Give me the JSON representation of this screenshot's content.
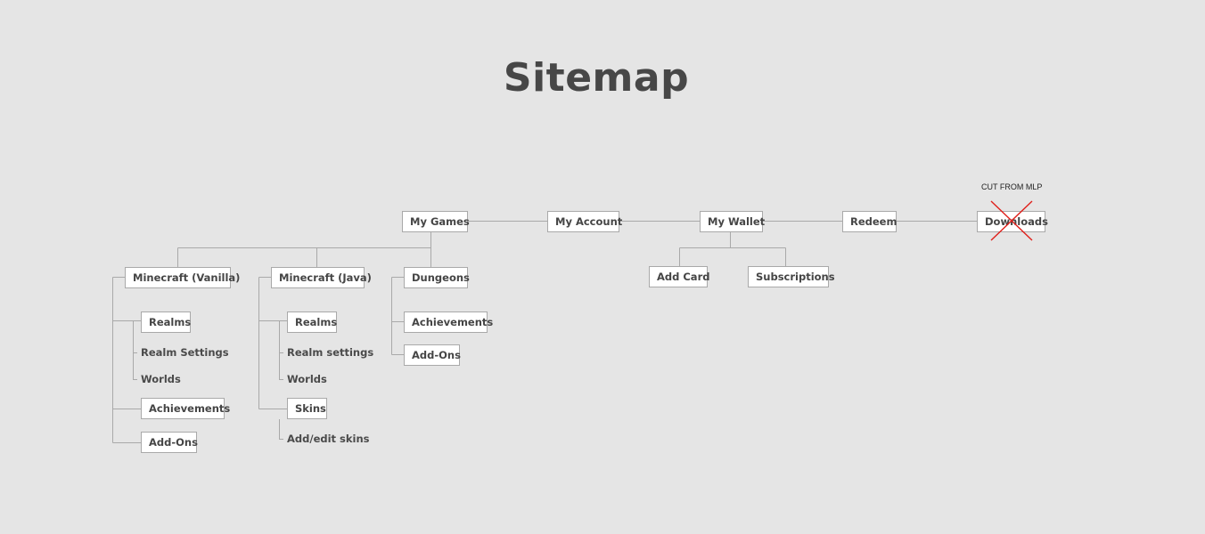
{
  "title": "Sitemap",
  "top_nav": {
    "my_games": "My Games",
    "my_account": "My Account",
    "my_wallet": "My Wallet",
    "redeem": "Redeem",
    "downloads": "Downloads"
  },
  "cut_note": "CUT FROM MLP",
  "wallet": {
    "add_card": "Add Card",
    "subscriptions": "Subscriptions"
  },
  "vanilla": {
    "label": "Minecraft (Vanilla)",
    "realms": "Realms",
    "realm_settings": "Realm Settings",
    "worlds": "Worlds",
    "achievements": "Achievements",
    "add_ons": "Add-Ons"
  },
  "java": {
    "label": "Minecraft (Java)",
    "realms": "Realms",
    "realm_settings": "Realm settings",
    "worlds": "Worlds",
    "skins": "Skins",
    "add_edit_skins": "Add/edit skins"
  },
  "dungeons": {
    "label": "Dungeons",
    "achievements": "Achievements",
    "add_ons": "Add-Ons"
  },
  "colors": {
    "background": "#e5e5e5",
    "line": "#a9a9a9",
    "strike": "#e0201b"
  }
}
